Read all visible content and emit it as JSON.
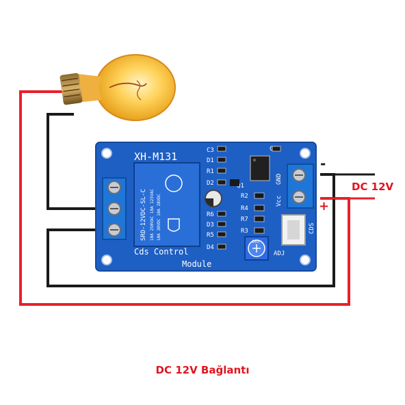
{
  "module": {
    "model_label": "XH-M131",
    "name_line1": "Cds Control",
    "name_line2": "Module",
    "relay_text": [
      "SRD-12VDC-SL-C",
      "10A 250VAC  10A 125VAC",
      "10A 30VDC  10A 28VDC"
    ],
    "components": {
      "c3": "C3",
      "d1": "D1",
      "r1": "R1",
      "d2": "D2",
      "d3": "D3",
      "d4": "D4",
      "r6": "R6",
      "r5": "R5",
      "q1": "Q1",
      "c2": "C2",
      "r2": "R2",
      "r4": "R4",
      "r7": "R7",
      "r3": "R3"
    },
    "pins": {
      "gnd": "GND",
      "vcc": "Vcc",
      "cds": "CDS",
      "adj": "ADJ"
    },
    "pot_code": "103"
  },
  "supply": {
    "label": "DC 12V",
    "minus": "-",
    "plus": "+"
  },
  "caption": "DC 12V Bağlantı",
  "colors": {
    "wire_red": "#e8202a",
    "wire_black": "#1a1a1a",
    "pcb": "#1e5fc4",
    "label_red": "#e0151f",
    "terminal": "#1f76d6",
    "bulb": "#f5b52a"
  }
}
